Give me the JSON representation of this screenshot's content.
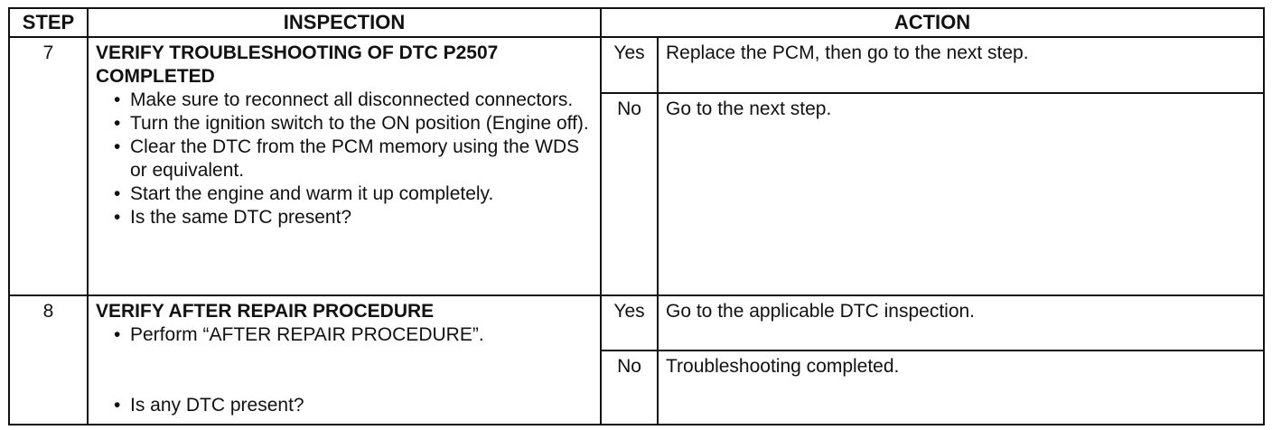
{
  "headers": {
    "step": "STEP",
    "inspection": "INSPECTION",
    "action": "ACTION"
  },
  "steps": [
    {
      "number": "7",
      "title_line1": "VERIFY TROUBLESHOOTING OF DTC P2507",
      "title_line2": "COMPLETED",
      "bullets": [
        "Make sure to reconnect all disconnected connectors.",
        "Turn the ignition switch to the ON position (Engine off).",
        "Clear the DTC from the PCM memory using the WDS or equivalent.",
        "Start the engine and warm it up completely.",
        "Is the same DTC present?"
      ],
      "yes_label": "Yes",
      "yes_action": "Replace the PCM, then go to the next step.",
      "no_label": "No",
      "no_action": "Go to the next step."
    },
    {
      "number": "8",
      "title_line1": "VERIFY AFTER REPAIR PROCEDURE",
      "bullets": [
        "Perform “AFTER REPAIR PROCEDURE”.",
        "Is any DTC present?"
      ],
      "yes_label": "Yes",
      "yes_action": "Go to the applicable DTC inspection.",
      "no_label": "No",
      "no_action": "Troubleshooting completed."
    }
  ]
}
